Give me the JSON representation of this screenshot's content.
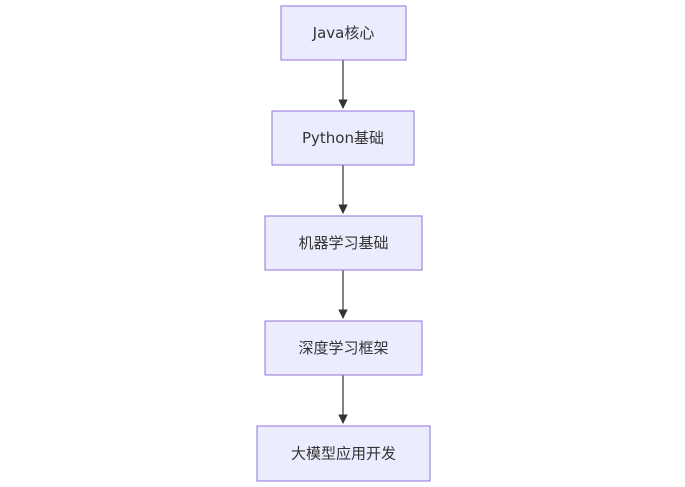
{
  "diagram": {
    "type": "flowchart",
    "direction": "top-down",
    "nodes": [
      {
        "id": "java",
        "label": "Java核心"
      },
      {
        "id": "python",
        "label": "Python基础"
      },
      {
        "id": "ml",
        "label": "机器学习基础"
      },
      {
        "id": "dl",
        "label": "深度学习框架"
      },
      {
        "id": "llm",
        "label": "大模型应用开发"
      }
    ],
    "edges": [
      {
        "from": "java",
        "to": "python"
      },
      {
        "from": "python",
        "to": "ml"
      },
      {
        "from": "ml",
        "to": "dl"
      },
      {
        "from": "dl",
        "to": "llm"
      }
    ],
    "colors": {
      "node_fill": "#ececff",
      "node_stroke": "#9370db",
      "edge": "#333333",
      "text": "#333333"
    }
  }
}
